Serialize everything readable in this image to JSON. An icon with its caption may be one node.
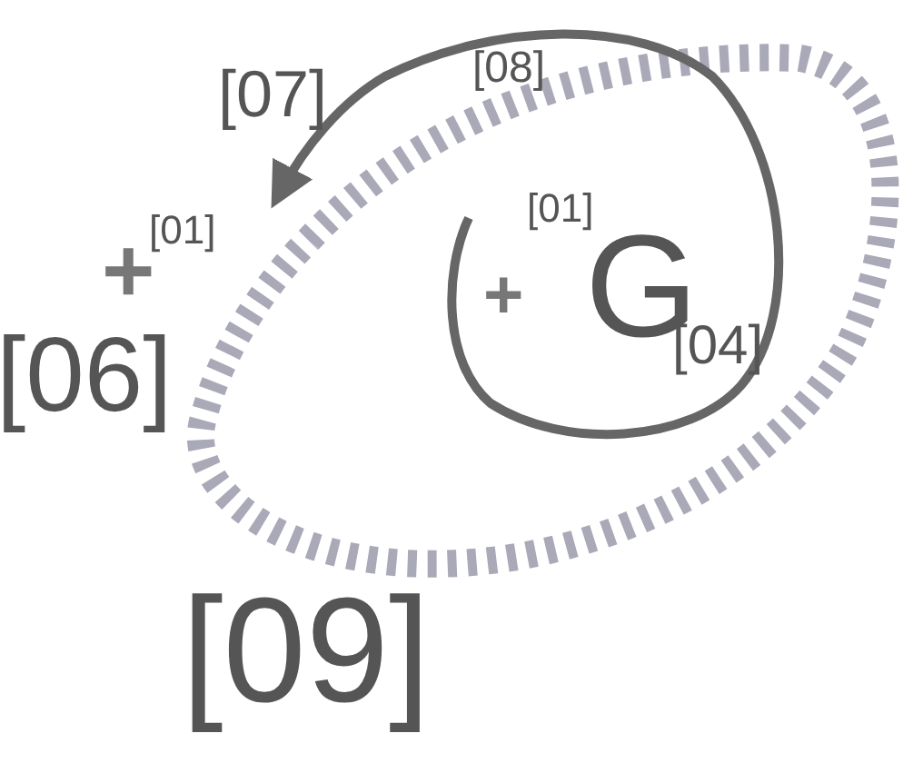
{
  "diagram": {
    "labels": [
      "[07]",
      "[08]",
      "[01]",
      "+",
      "[06]",
      "[01]",
      "+",
      "G",
      "[04]",
      "[09]"
    ]
  }
}
